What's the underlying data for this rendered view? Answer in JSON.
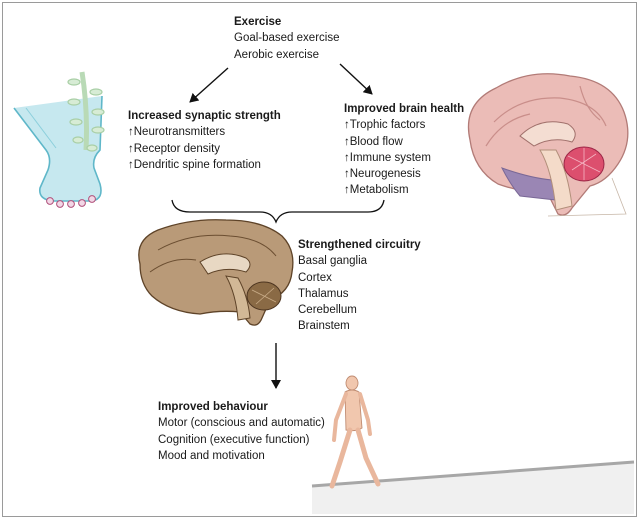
{
  "exercise": {
    "title": "Exercise",
    "items": [
      "Goal-based exercise",
      "Aerobic exercise"
    ]
  },
  "synaptic": {
    "title": "Increased synaptic strength",
    "items": [
      "↑Neurotransmitters",
      "↑Receptor density",
      "↑Dendritic spine formation"
    ]
  },
  "brain_health": {
    "title": "Improved brain health",
    "items": [
      "↑Trophic factors",
      "↑Blood flow",
      "↑Immune system",
      "↑Neurogenesis",
      "↑Metabolism"
    ]
  },
  "circuitry": {
    "title": "Strengthened circuitry",
    "items": [
      "Basal ganglia",
      "Cortex",
      "Thalamus",
      "Cerebellum",
      "Brainstem"
    ]
  },
  "behaviour": {
    "title": "Improved behaviour",
    "items": [
      "Motor (conscious and automatic)",
      "Cognition (executive function)",
      "Mood and motivation"
    ]
  },
  "colors": {
    "synapse_blue": "#bfe6ee",
    "dendrite_green": "#d4ead3",
    "brain_pink": "#e9b9b5",
    "brain_stem": "#f3d9c8",
    "brainstem_purple": "#9a86b4",
    "cerebellum_red": "#d8486a",
    "sepia": "#8a6a45",
    "skin": "#f1c7ae",
    "floor": "#b5b5b5"
  },
  "icons": [
    "synapse-illustration",
    "dendrite-illustration",
    "brain-sagittal-color-illustration",
    "brain-sagittal-sepia-illustration",
    "walking-figure-illustration"
  ]
}
